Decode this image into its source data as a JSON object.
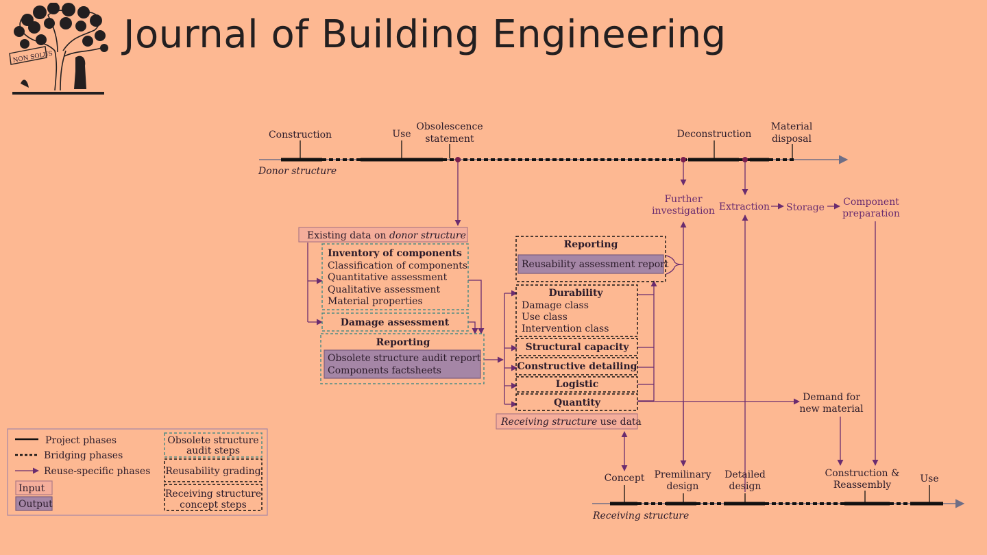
{
  "journal": {
    "title": "Journal of Building Engineering",
    "logo_text": "NON SOLUS"
  },
  "timelines": {
    "donor": {
      "label": "Donor structure",
      "phases": [
        {
          "l1": "Construction"
        },
        {
          "l1": "Use"
        },
        {
          "l1": "Obsolescence",
          "l2": "statement"
        },
        {
          "l1": "Deconstruction"
        },
        {
          "l1": "Material",
          "l2": "disposal"
        }
      ]
    },
    "receiving": {
      "label": "Receiving structure",
      "phases": [
        {
          "l1": "Concept"
        },
        {
          "l1": "Premilinary",
          "l2": "design"
        },
        {
          "l1": "Detailed",
          "l2": "design"
        },
        {
          "l1": "Construction &",
          "l2": "Reassembly"
        },
        {
          "l1": "Use"
        }
      ]
    }
  },
  "flow": {
    "further_investigation": {
      "l1": "Further",
      "l2": "investigation"
    },
    "extraction": "Extraction",
    "storage": "Storage",
    "component_preparation": {
      "l1": "Component",
      "l2": "preparation"
    },
    "demand": {
      "l1": "Demand for",
      "l2": "new material"
    }
  },
  "audit": {
    "existing_data_prefix": "Existing data on ",
    "existing_data_italic": "donor structure",
    "inventory_title": "Inventory of components",
    "inventory_items": [
      "Classification of components",
      "Quantitative assessment",
      "Qualitative assessment",
      "Material properties"
    ],
    "damage_assessment": "Damage assessment",
    "reporting_title": "Reporting",
    "reporting_outputs": [
      "Obsolete structure audit report",
      "Components factsheets"
    ]
  },
  "grading": {
    "reporting_title": "Reporting",
    "report_output": "Reusability assessment report",
    "durability_title": "Durability",
    "durability_items": [
      "Damage class",
      "Use class",
      "Intervention class"
    ],
    "structural_capacity": "Structural capacity",
    "constructive_detailing": "Constructive detailing",
    "logistic": "Logistic",
    "quantity": "Quantity",
    "receiving_data_italic": "Receiving structure",
    "receiving_data_suffix": " use data"
  },
  "legend": {
    "project_phases": "Project phases",
    "bridging_phases": "Bridging phases",
    "reuse_phases": "Reuse-specific phases",
    "input": "Input",
    "output": "Output",
    "audit_steps": {
      "l1": "Obsolete structure",
      "l2": "audit steps"
    },
    "reusability_grading": "Reusability grading",
    "concept_steps": {
      "l1": "Receiving structure",
      "l2": "concept steps"
    }
  },
  "colors": {
    "background": "#FDB892",
    "line": "#111111",
    "arrow": "#6A2C6F",
    "input_fill": "#F5AE9B",
    "input_stroke": "#B07A86",
    "output_fill": "#A586A6",
    "output_stroke": "#7A5C7D",
    "audit_border": "#4E8C84"
  }
}
